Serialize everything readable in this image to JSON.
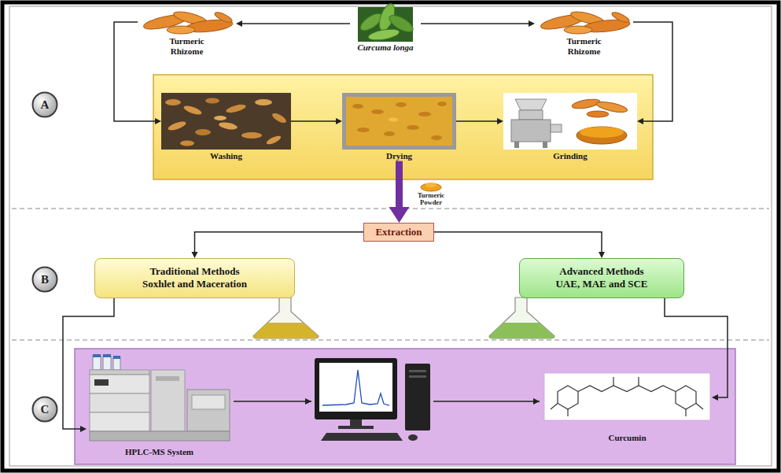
{
  "diagram": {
    "nodes": [
      {
        "text": [
          "A"
        ]
      },
      {
        "text": [
          "Turmeric Rhizome"
        ]
      },
      {
        "text": [
          "Curcuma longa"
        ]
      },
      {
        "text": [
          "Turmeric Rhizome"
        ]
      },
      {
        "text": [
          "Washing"
        ]
      },
      {
        "text": [
          "Drying"
        ]
      },
      {
        "text": [
          "Grinding"
        ]
      },
      {
        "text": [
          "B"
        ]
      },
      {
        "text": [
          "Extraction"
        ]
      },
      {
        "text": [
          "Traditional Methods",
          "Soxhlet and Maceration"
        ]
      },
      {
        "text": [
          "Advanced Methods",
          "UAE, MAE and SCE"
        ]
      },
      {
        "text": [
          "C"
        ]
      },
      {
        "text": [
          "HPLC-MS System"
        ]
      },
      {
        "text": [
          "Curcumin"
        ]
      }
    ],
    "edges": [
      {
        "from": 2,
        "to": 1,
        "arrow": "to"
      },
      {
        "from": 2,
        "to": 3,
        "arrow": "to"
      },
      {
        "from": 1,
        "to": 4,
        "arrow": "to"
      },
      {
        "from": 3,
        "to": 6,
        "arrow": "to"
      },
      {
        "from": 4,
        "to": 5,
        "arrow": "to"
      },
      {
        "from": 5,
        "to": 6,
        "arrow": "to"
      },
      {
        "from": 5,
        "to": 8,
        "arrow": "to"
      },
      {
        "from": 8,
        "to": 9,
        "arrow": "to"
      },
      {
        "from": 8,
        "to": 10,
        "arrow": "to"
      },
      {
        "from": 9,
        "to": 12,
        "arrow": "to"
      },
      {
        "from": 10,
        "to": 13,
        "arrow": "to"
      }
    ],
    "labels": [
      "Turmeric Powder"
    ]
  }
}
